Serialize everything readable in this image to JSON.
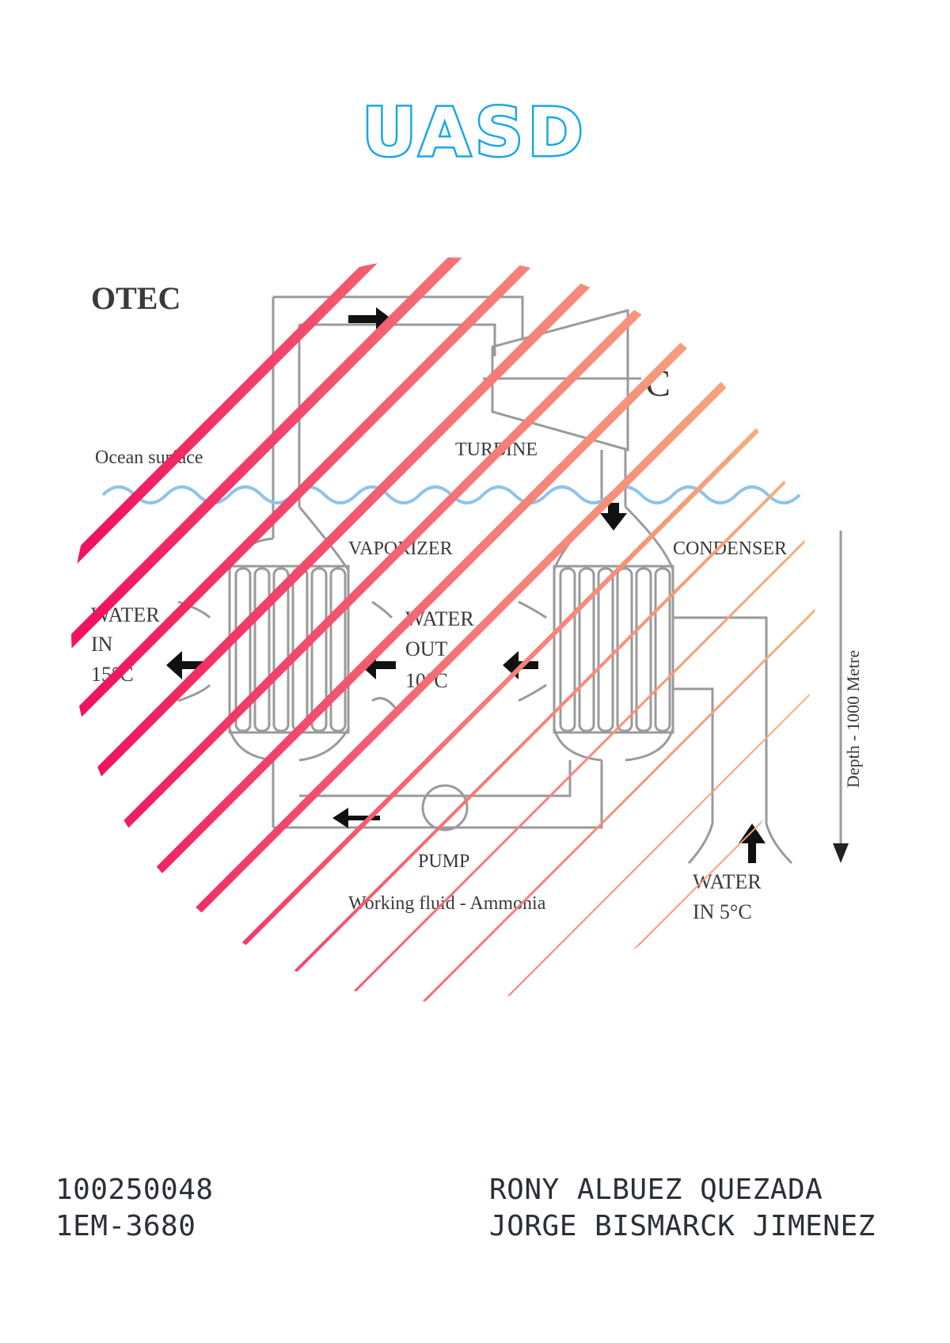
{
  "title": "UASD",
  "diagram": {
    "heading": "OTEC",
    "ocean_surface": "Ocean surface",
    "turbine": "TURBINE",
    "generator": "C",
    "vaporizer": "VAPORIZER",
    "condenser": "CONDENSER",
    "water_in_warm": [
      "WATER",
      "IN",
      "15°C"
    ],
    "water_out": [
      "WATER",
      "OUT",
      "10°C"
    ],
    "pump": "PUMP",
    "working_fluid": "Working fluid - Ammonia",
    "water_in_cold": [
      "WATER",
      "IN 5°C"
    ],
    "depth": "Depth - 1000 Metre"
  },
  "student_id": "100250048",
  "course_code": "1EM-3680",
  "author_1": "RONY ALBUEZ QUEZADA",
  "author_2": "JORGE BISMARCK JIMENEZ"
}
